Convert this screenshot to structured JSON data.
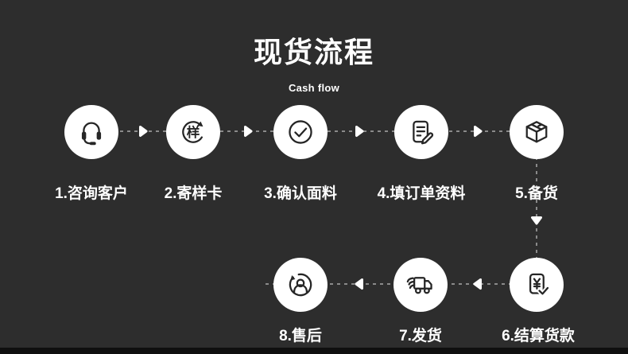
{
  "page": {
    "background_color": "#2d2d2d",
    "bottom_bar_color": "#0f0f0f",
    "circle_color": "#ffffff",
    "icon_stroke_color": "#262626",
    "dashed_line_color": "#8a8a8a",
    "arrow_color": "#ffffff",
    "text_color": "#ffffff"
  },
  "header": {
    "title": "现货流程",
    "subtitle": "Cash flow"
  },
  "steps": [
    {
      "label": "1.咨询客户",
      "icon": "headset-icon"
    },
    {
      "label": "2.寄样卡",
      "icon": "sample-cycle-icon",
      "icon_glyph": "样"
    },
    {
      "label": "3.确认面料",
      "icon": "check-circle-icon"
    },
    {
      "label": "4.填订单资料",
      "icon": "order-form-icon"
    },
    {
      "label": "5.备货",
      "icon": "package-icon"
    },
    {
      "label": "6.结算货款",
      "icon": "payment-receipt-icon",
      "icon_glyph": "¥"
    },
    {
      "label": "7.发货",
      "icon": "delivery-truck-icon"
    },
    {
      "label": "8.售后",
      "icon": "after-sale-cycle-icon"
    }
  ],
  "flow": {
    "top_row_direction": "right",
    "bottom_row_direction": "left",
    "connector_style": "dashed"
  }
}
